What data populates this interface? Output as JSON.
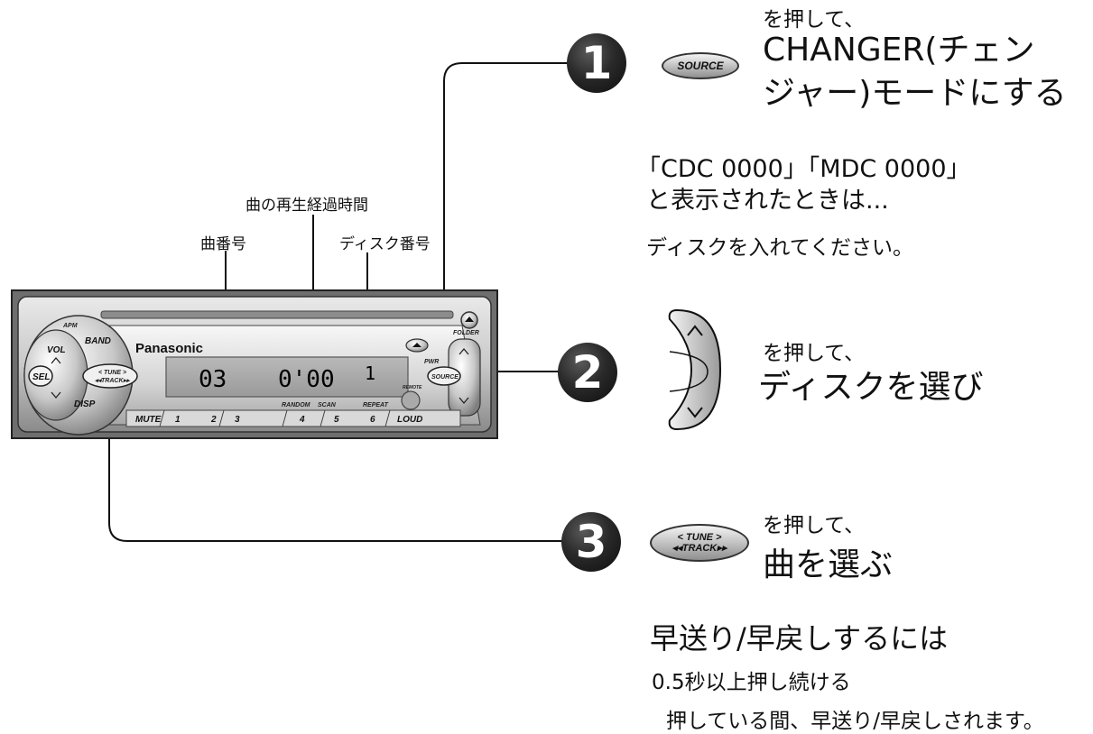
{
  "steps": [
    {
      "number": "1",
      "button_label": "SOURCE",
      "lead": "を押して、",
      "main_line1": "CHANGER(チェン",
      "main_line2": "ジャー)モードにする"
    },
    {
      "number": "2",
      "lead": "を押して、",
      "main": "ディスクを選び"
    },
    {
      "number": "3",
      "button_label_top": "< TUNE >",
      "button_label_bottom": "◂◂TRACK▸▸",
      "lead": "を押して、",
      "main": "曲を選ぶ"
    }
  ],
  "note1": {
    "line1": "「CDC 0000」「MDC 0000」",
    "line2": "と表示されたときは...",
    "line3": "ディスクを入れてください。"
  },
  "note3": {
    "line1": "早送り/早戻しするには",
    "line2": "0.5秒以上押し続ける",
    "line3": "押している間、早送り/早戻しされます。"
  },
  "callouts": {
    "elapsed_time": "曲の再生経過時間",
    "track_number": "曲番号",
    "disc_number": "ディスク番号"
  },
  "unit": {
    "brand": "Panasonic",
    "display_track": "03",
    "display_time": "0'00",
    "display_disc": "1",
    "keys": {
      "band": "BAND",
      "vol": "VOL",
      "sel": "SEL",
      "disp": "DISP",
      "tune": "< TUNE >",
      "track": "◂◂TRACK▸▸",
      "mute": "MUTE",
      "k1": "1",
      "k2": "2",
      "k3": "3",
      "k4": "4",
      "k5": "5",
      "k6": "6",
      "loud": "LOUD",
      "random": "RANDOM",
      "scan": "SCAN",
      "repeat": "REPEAT",
      "folder": "FOLDER",
      "pwr": "PWR",
      "source": "SOURCE",
      "remote": "REMOTE",
      "apm": "APM"
    }
  }
}
